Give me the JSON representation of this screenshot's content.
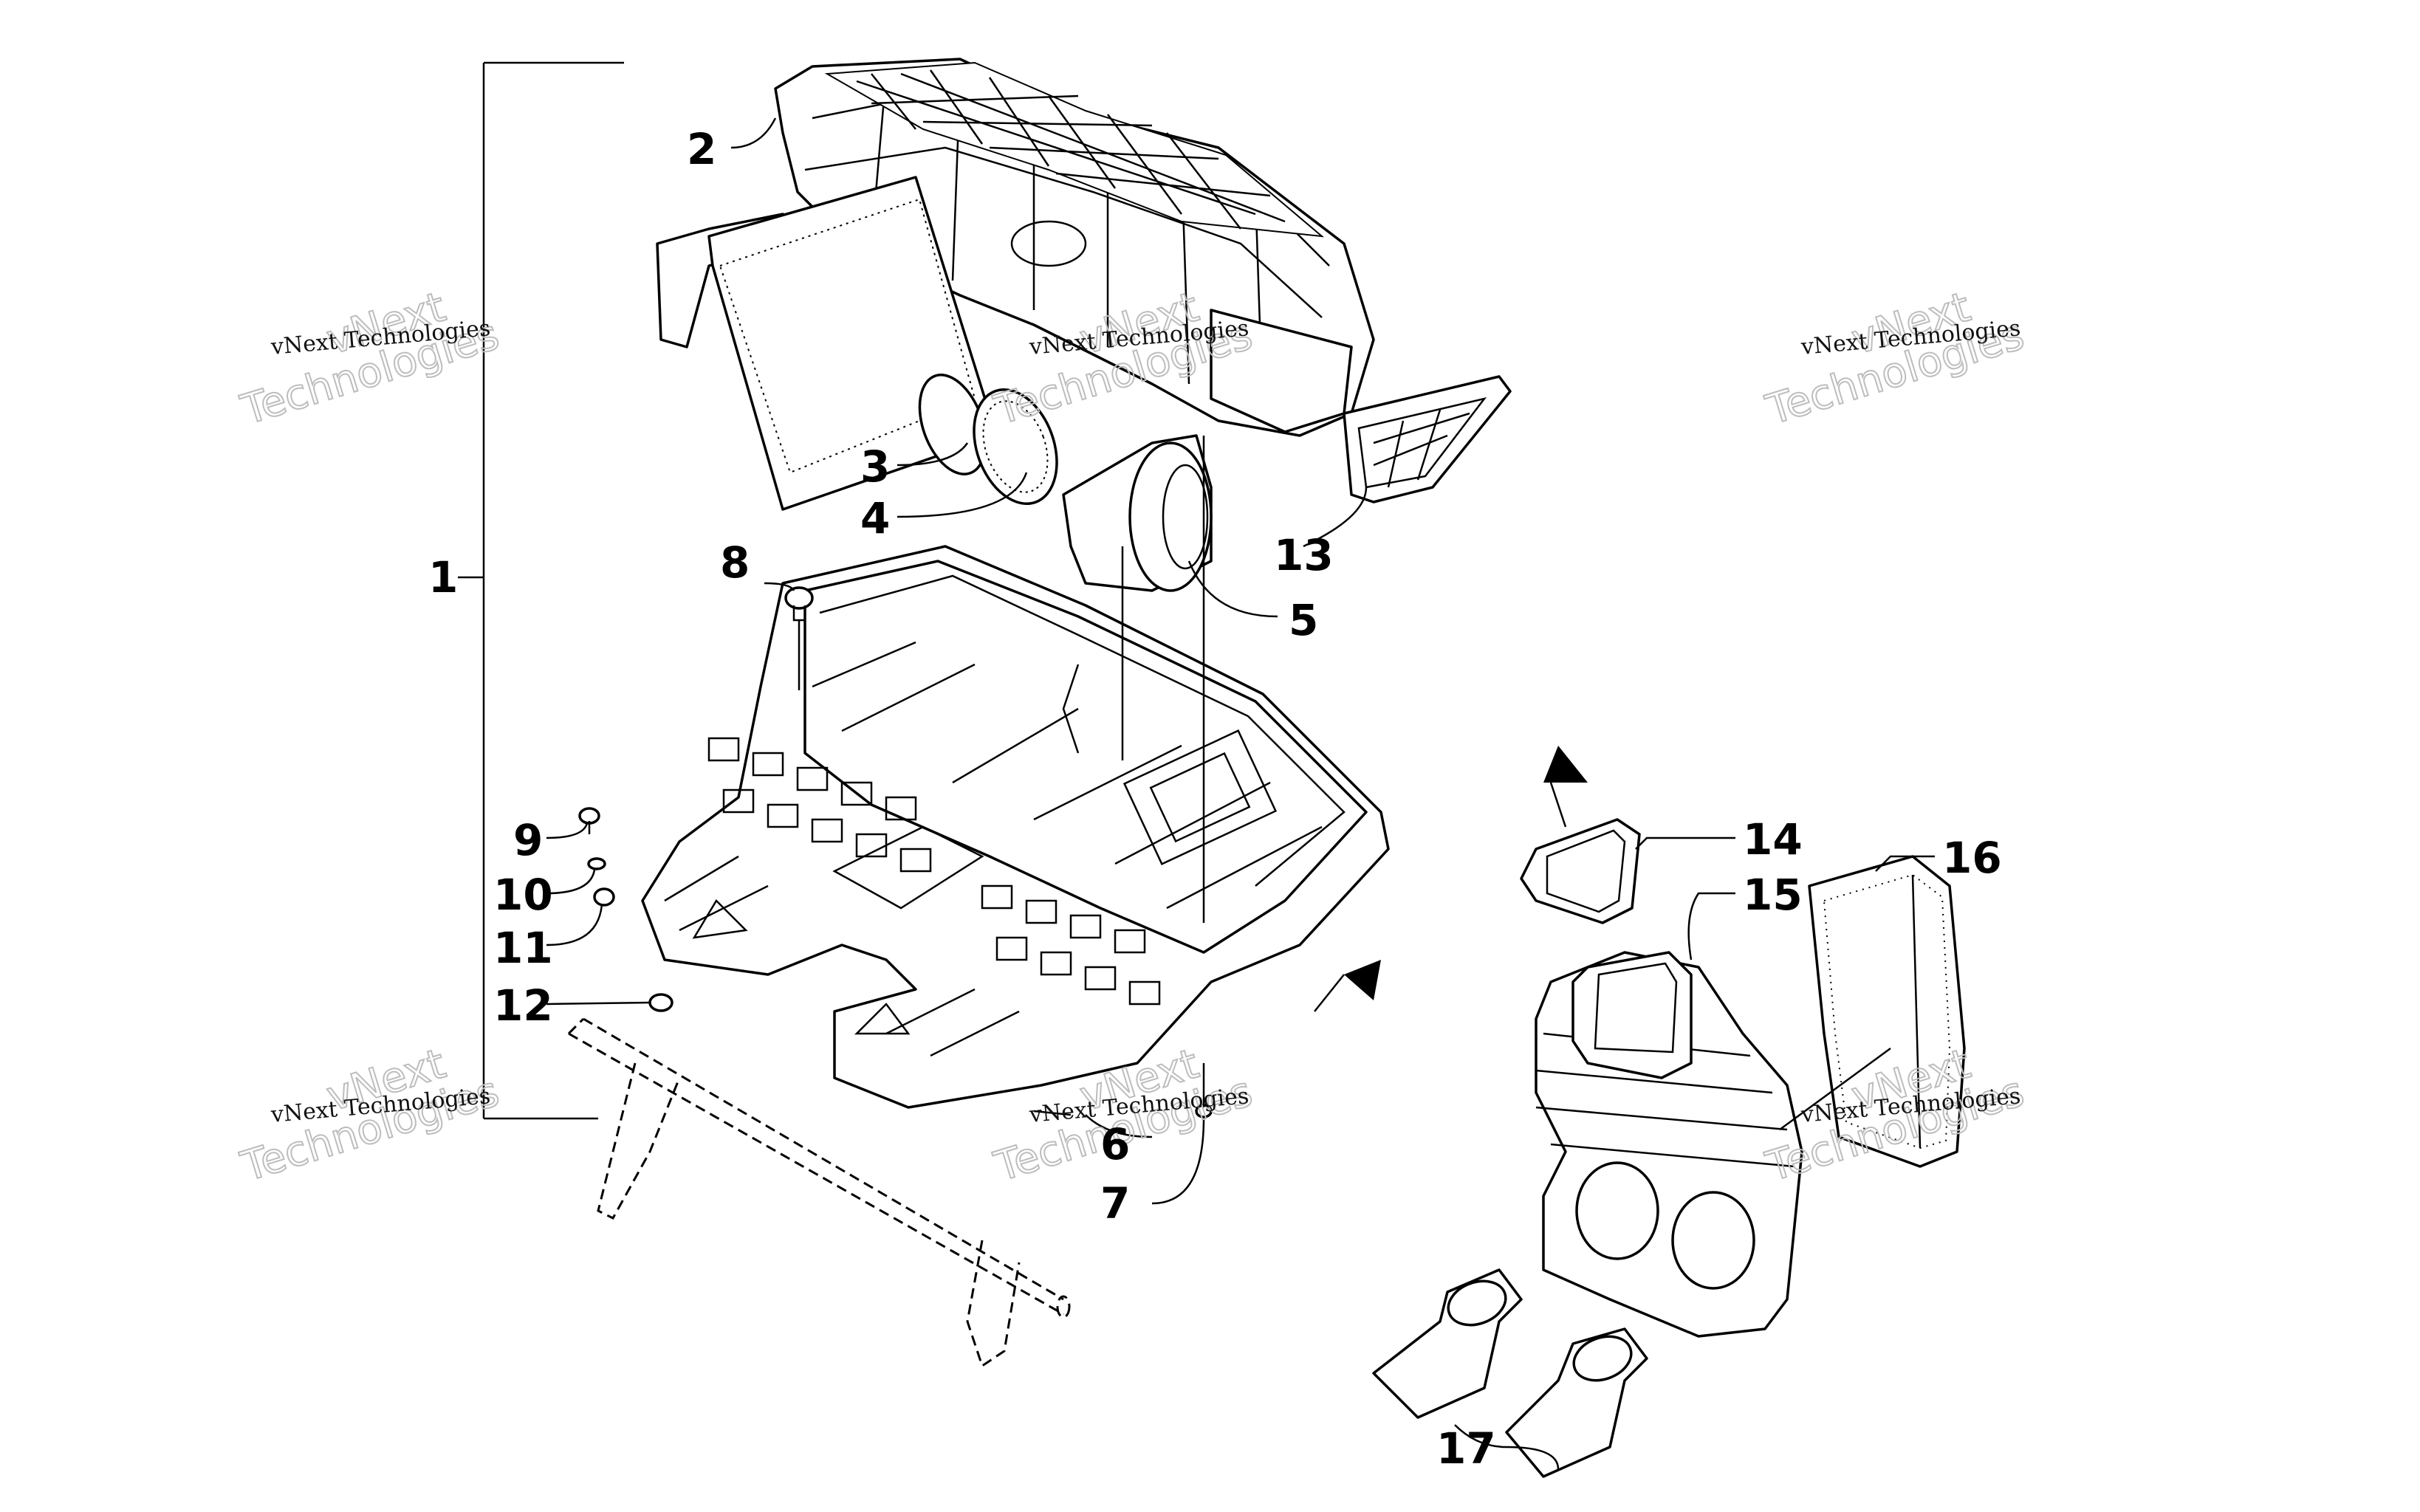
{
  "callouts": [
    {
      "id": "1",
      "label": "1"
    },
    {
      "id": "2",
      "label": "2"
    },
    {
      "id": "3",
      "label": "3"
    },
    {
      "id": "4",
      "label": "4"
    },
    {
      "id": "5",
      "label": "5"
    },
    {
      "id": "6",
      "label": "6"
    },
    {
      "id": "7",
      "label": "7"
    },
    {
      "id": "8",
      "label": "8"
    },
    {
      "id": "9",
      "label": "9"
    },
    {
      "id": "10",
      "label": "10"
    },
    {
      "id": "11",
      "label": "11"
    },
    {
      "id": "12",
      "label": "12"
    },
    {
      "id": "13",
      "label": "13"
    },
    {
      "id": "14",
      "label": "14"
    },
    {
      "id": "15",
      "label": "15"
    },
    {
      "id": "16",
      "label": "16"
    },
    {
      "id": "17",
      "label": "17"
    }
  ],
  "watermark": {
    "line_small": "vNext Technologies",
    "line_top": "vNext",
    "line_big": "Technologies"
  }
}
